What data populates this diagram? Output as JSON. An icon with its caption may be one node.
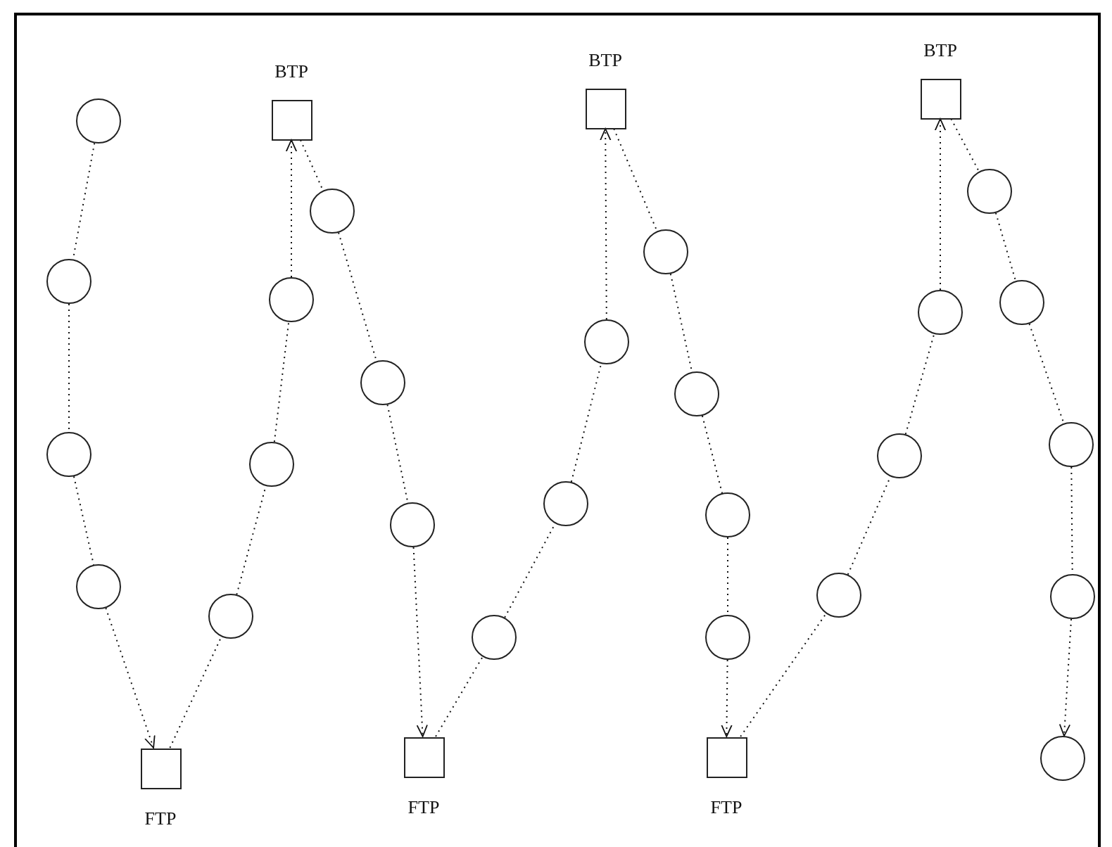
{
  "diagram": {
    "nodes": [
      {
        "text": [],
        "shape": "circle"
      },
      {
        "text": [],
        "shape": "circle"
      },
      {
        "text": [],
        "shape": "circle"
      },
      {
        "text": [],
        "shape": "circle"
      },
      {
        "text": [
          "FTP"
        ]
      },
      {
        "text": [],
        "shape": "circle"
      },
      {
        "text": [],
        "shape": "circle"
      },
      {
        "text": [],
        "shape": "circle"
      },
      {
        "text": [
          "BTP"
        ]
      },
      {
        "text": [],
        "shape": "circle"
      },
      {
        "text": [],
        "shape": "circle"
      },
      {
        "text": [],
        "shape": "circle"
      },
      {
        "text": [
          "FTP"
        ]
      },
      {
        "text": [],
        "shape": "circle"
      },
      {
        "text": [],
        "shape": "circle"
      },
      {
        "text": [],
        "shape": "circle"
      },
      {
        "text": [
          "BTP"
        ]
      },
      {
        "text": [],
        "shape": "circle"
      },
      {
        "text": [],
        "shape": "circle"
      },
      {
        "text": [],
        "shape": "circle"
      },
      {
        "text": [],
        "shape": "circle"
      },
      {
        "text": [
          "FTP"
        ]
      },
      {
        "text": [],
        "shape": "circle"
      },
      {
        "text": [],
        "shape": "circle"
      },
      {
        "text": [],
        "shape": "circle"
      },
      {
        "text": [
          "BTP"
        ]
      },
      {
        "text": [],
        "shape": "circle"
      },
      {
        "text": [],
        "shape": "circle"
      },
      {
        "text": [],
        "shape": "circle"
      },
      {
        "text": [],
        "shape": "circle"
      },
      {
        "text": [],
        "shape": "circle"
      }
    ],
    "edges": [
      {
        "from": 0,
        "to": 1,
        "arrow": "none"
      },
      {
        "from": 1,
        "to": 2,
        "arrow": "none"
      },
      {
        "from": 2,
        "to": 3,
        "arrow": "none"
      },
      {
        "from": 3,
        "to": 4,
        "arrow": "to"
      },
      {
        "from": 4,
        "to": 5,
        "arrow": "none"
      },
      {
        "from": 5,
        "to": 6,
        "arrow": "none"
      },
      {
        "from": 6,
        "to": 7,
        "arrow": "none"
      },
      {
        "from": 7,
        "to": 8,
        "arrow": "to"
      },
      {
        "from": 8,
        "to": 9,
        "arrow": "none"
      },
      {
        "from": 9,
        "to": 10,
        "arrow": "none"
      },
      {
        "from": 10,
        "to": 11,
        "arrow": "none"
      },
      {
        "from": 11,
        "to": 12,
        "arrow": "to"
      },
      {
        "from": 12,
        "to": 13,
        "arrow": "none"
      },
      {
        "from": 13,
        "to": 14,
        "arrow": "none"
      },
      {
        "from": 14,
        "to": 15,
        "arrow": "none"
      },
      {
        "from": 15,
        "to": 16,
        "arrow": "to"
      },
      {
        "from": 16,
        "to": 17,
        "arrow": "none"
      },
      {
        "from": 17,
        "to": 18,
        "arrow": "none"
      },
      {
        "from": 18,
        "to": 19,
        "arrow": "none"
      },
      {
        "from": 19,
        "to": 20,
        "arrow": "none"
      },
      {
        "from": 20,
        "to": 21,
        "arrow": "to"
      },
      {
        "from": 21,
        "to": 22,
        "arrow": "none"
      },
      {
        "from": 22,
        "to": 23,
        "arrow": "none"
      },
      {
        "from": 23,
        "to": 24,
        "arrow": "none"
      },
      {
        "from": 24,
        "to": 25,
        "arrow": "to"
      },
      {
        "from": 25,
        "to": 26,
        "arrow": "none"
      },
      {
        "from": 26,
        "to": 27,
        "arrow": "none"
      },
      {
        "from": 27,
        "to": 28,
        "arrow": "none"
      },
      {
        "from": 28,
        "to": 29,
        "arrow": "none"
      },
      {
        "from": 29,
        "to": 30,
        "arrow": "to"
      }
    ]
  }
}
